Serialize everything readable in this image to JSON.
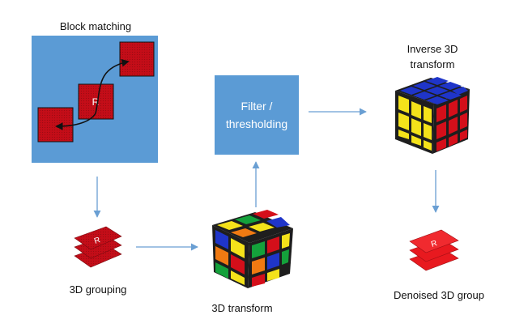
{
  "labels": {
    "block_matching": "Block matching",
    "reference_block": "R",
    "filter_thresholding": "Filter / thresholding",
    "inverse_3d_transform": "Inverse 3D transform",
    "grouping_3d": "3D grouping",
    "transform_3d": "3D transform",
    "denoised_3d_group": "Denoised 3D group",
    "stack_letter": "R"
  },
  "colors": {
    "panel_blue": "#5b9bd5",
    "block_red": "#d20f1c",
    "arrow_blue": "#6a9fd3",
    "cube_face": "#2b2b2b",
    "cube_yellow": "#f4e21a",
    "cube_red": "#d40f1a",
    "cube_blue": "#1f35c9",
    "cube_green": "#14a13b",
    "cube_orange": "#f07a12",
    "stack_red": "#e8191f"
  }
}
